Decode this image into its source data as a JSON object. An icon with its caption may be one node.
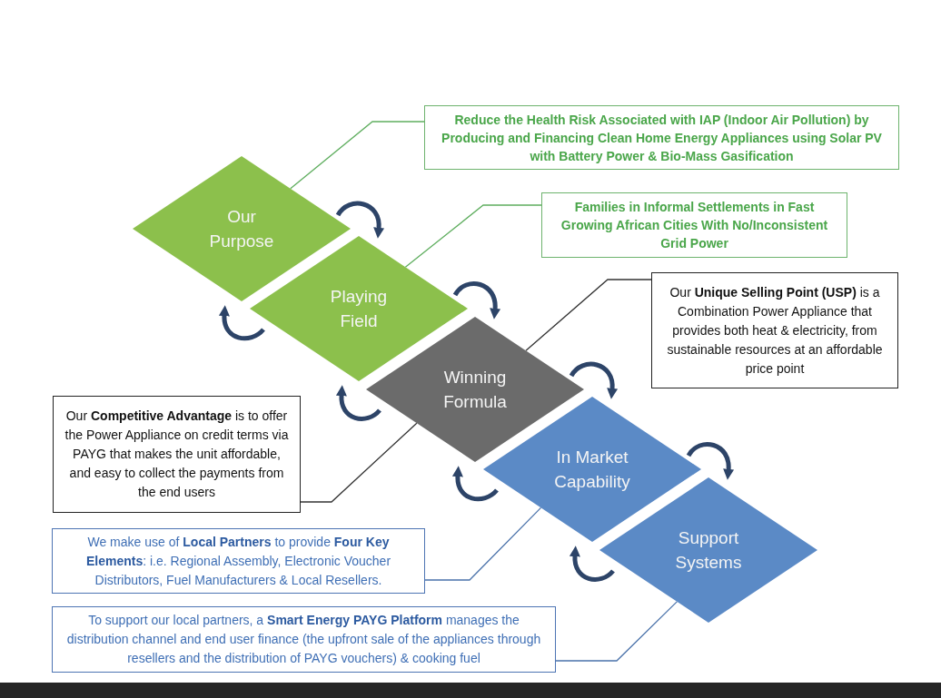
{
  "diagram": {
    "nodes": [
      {
        "text": [
          "Our Purpose"
        ]
      },
      {
        "text": [
          "Playing Field"
        ]
      },
      {
        "text": [
          "Winning Formula"
        ]
      },
      {
        "text": [
          "In Market Capability"
        ]
      },
      {
        "text": [
          "Support Systems"
        ]
      },
      {
        "text": [
          "Reduce the Health Risk Associated with IAP (Indoor Air Pollution) by Producing and Financing Clean Home Energy Appliances using Solar PV with Battery Power & Bio-Mass Gasification"
        ]
      },
      {
        "text": [
          "Families in Informal Settlements in Fast Growing African Cities With No/Inconsistent Grid Power"
        ]
      },
      {
        "text": [
          "Our **Unique Selling Point (USP)** is a Combination Power Appliance that provides both heat & electricity, from sustainable resources at an affordable price point"
        ]
      },
      {
        "text": [
          "Our **Competitive Advantage** is to offer the Power Appliance on credit terms via PAYG that makes the unit affordable, and easy to collect the payments from the end users"
        ]
      },
      {
        "text": [
          "We make use of **Local Partners** to provide **Four Key Elements**: i.e. Regional Assembly, Electronic Voucher Distributors, Fuel Manufacturers & Local Resellers."
        ]
      },
      {
        "text": [
          "To support our local partners, a **Smart Energy PAYG Platform** manages the distribution channel and end user finance (the upfront sale of the appliances through resellers and the distribution of PAYG vouchers) & cooking fuel"
        ]
      }
    ],
    "edges": [
      {
        "from": 0,
        "to": 1,
        "arrow": "to"
      },
      {
        "from": 1,
        "to": 0,
        "arrow": "to"
      },
      {
        "from": 1,
        "to": 2,
        "arrow": "to"
      },
      {
        "from": 2,
        "to": 1,
        "arrow": "to"
      },
      {
        "from": 2,
        "to": 3,
        "arrow": "to"
      },
      {
        "from": 3,
        "to": 2,
        "arrow": "to"
      },
      {
        "from": 3,
        "to": 4,
        "arrow": "to"
      },
      {
        "from": 4,
        "to": 3,
        "arrow": "to"
      },
      {
        "from": 5,
        "to": 0,
        "arrow": "none",
        "color": "#5fae5f"
      },
      {
        "from": 6,
        "to": 1,
        "arrow": "none",
        "color": "#5fae5f"
      },
      {
        "from": 7,
        "to": 2,
        "arrow": "none",
        "color": "#333333"
      },
      {
        "from": 8,
        "to": 2,
        "arrow": "none",
        "color": "#333333"
      },
      {
        "from": 9,
        "to": 3,
        "arrow": "none",
        "color": "#4a72aa"
      },
      {
        "from": 10,
        "to": 4,
        "arrow": "none",
        "color": "#4a72aa"
      }
    ]
  }
}
